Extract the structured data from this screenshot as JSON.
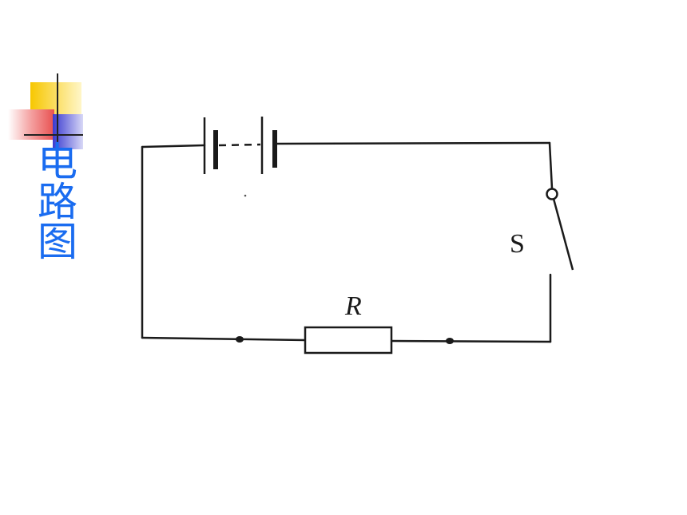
{
  "title": "电路图",
  "diagram": {
    "switch_label": "S",
    "resistor_label": "R"
  },
  "colors": {
    "title": "#1a6cf0",
    "wire": "#1a1a1a",
    "deco_yellow": "#f7c700",
    "deco_red": "#f08a8a",
    "deco_blue": "#4646d8"
  }
}
